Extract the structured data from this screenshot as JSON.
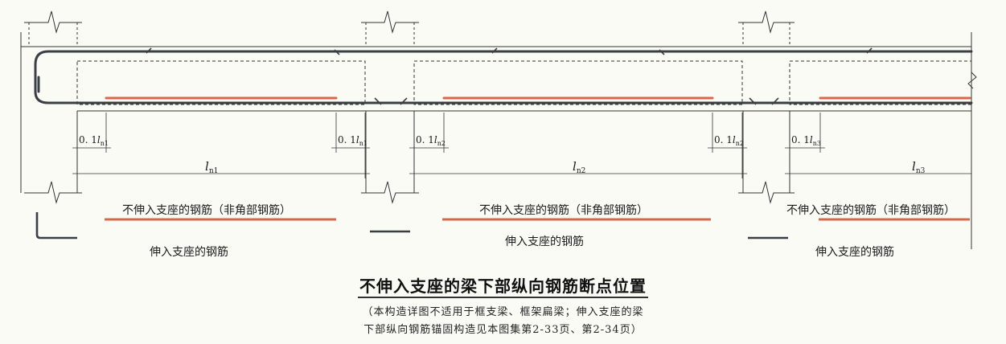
{
  "spans": [
    {
      "dim_left": "0. 1",
      "dim_right": "0. 1",
      "dim_sub": "n1",
      "span_letter": "l",
      "span_sub": "n1"
    },
    {
      "dim_left": "0. 1",
      "dim_right": "0. 1",
      "dim_sub": "n2",
      "span_letter": "l",
      "span_sub": "n2"
    },
    {
      "dim_left": "0. 1",
      "dim_right": "",
      "dim_sub": "n3",
      "span_letter": "l",
      "span_sub": "n3"
    }
  ],
  "labels": {
    "non_extending": "不伸入支座的钢筋（非角部钢筋）",
    "extending": "伸入支座的钢筋"
  },
  "title": "不伸入支座的梁下部纵向钢筋断点位置",
  "notes": [
    "（本构造详图不适用于框支梁、框架扁梁；伸入支座的梁",
    "下部纵向钢筋锚固构造见本图集第2-33页、第2-34页）"
  ],
  "colors": {
    "rebar_cut": "#d4694d",
    "rebar_main": "#3b3e44",
    "line": "#333333",
    "paper": "#fbfbf6"
  }
}
